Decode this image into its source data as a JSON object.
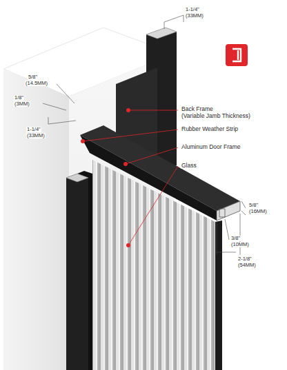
{
  "diagram": {
    "labels": [
      "1-1/4\"",
      "(33MM)",
      "5/8\"",
      "(14.5MM)",
      "1/8\"",
      "(3MM)",
      "1-1/4\"",
      "(33MM)",
      "Back Frame",
      "(Variable Jamb Thickness)",
      "Rubber Weather Strip",
      "Aluminum Door Frame",
      "Glass",
      "5/8\"",
      "(16MM)",
      "3/8\"",
      "(10MM)",
      "2-1/8\"",
      "(54MM)"
    ]
  }
}
